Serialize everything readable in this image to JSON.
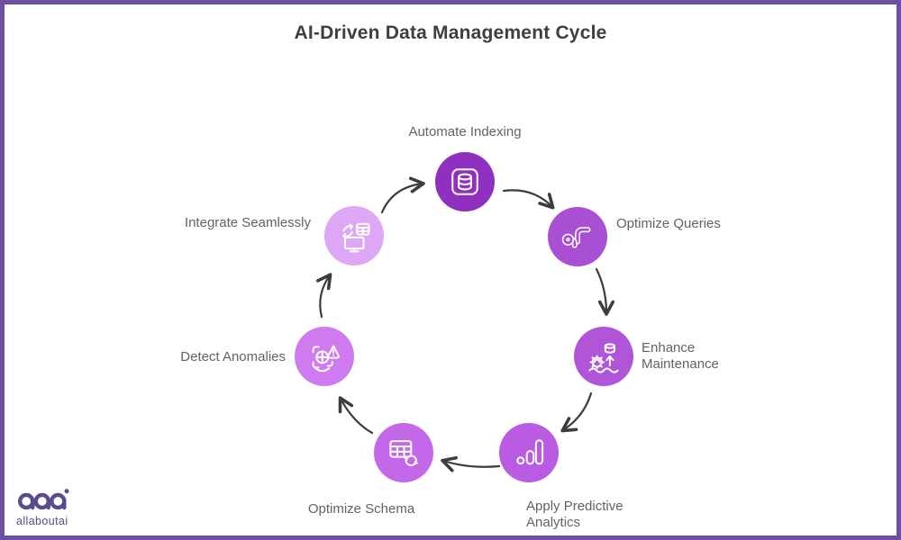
{
  "title": "AI-Driven Data Management Cycle",
  "colors": {
    "background": "#ffffff",
    "border": "#6e4fa4",
    "arrow": "#3d3d3d",
    "title_text": "#3c4043",
    "label_text": "#5f6368",
    "icon_stroke": "#ffffff",
    "brand": "#5b4a8e"
  },
  "steps": [
    {
      "label": "Automate Indexing",
      "icon": "database-icon",
      "color": "#8f30c1"
    },
    {
      "label": "Optimize Queries",
      "icon": "query-flow-icon",
      "color": "#a94fd3"
    },
    {
      "label": "Enhance Maintenance",
      "icon": "gear-upgrade-database-icon",
      "color": "#b055d8"
    },
    {
      "label": "Apply Predictive Analytics",
      "icon": "analytics-bars-icon",
      "color": "#ba5ce2"
    },
    {
      "label": "Optimize Schema",
      "icon": "table-refresh-icon",
      "color": "#c368e8"
    },
    {
      "label": "Detect Anomalies",
      "icon": "scan-warning-icon",
      "color": "#cf7bef"
    },
    {
      "label": "Integrate Seamlessly",
      "icon": "sync-devices-icon",
      "color": "#dda7f5"
    }
  ],
  "brand": {
    "name": "allaboutai"
  }
}
